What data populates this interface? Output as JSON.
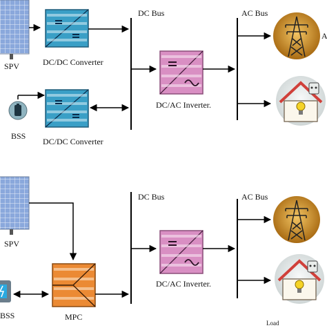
{
  "top": {
    "spv_label": "SPV",
    "dcdc_top_label": "DC/DC Converter",
    "bss_label": "BSS",
    "dcdc_bottom_label": "DC/DC Converter",
    "dc_bus_label": "DC Bus",
    "inverter_label": "DC/AC Inverter.",
    "ac_bus_label": "AC Bus",
    "grid_partial_label": "A"
  },
  "bottom": {
    "spv_label": "SPV",
    "mpc_label": "MPC",
    "bss_label": "BSS",
    "dc_bus_label": "DC Bus",
    "inverter_label": "DC/AC Inverter.",
    "ac_bus_label": "AC Bus",
    "load_label": "Load"
  },
  "colors": {
    "converter": "#3a9fc6",
    "inverter": "#d98fc3",
    "mpc": "#eb8a34",
    "panel": "#7f9fd6",
    "grid_circle": "#c98a1f",
    "house_circle": "#e6eaea"
  },
  "icons": [
    "solar-panel-icon",
    "battery-icon",
    "power-tower-icon",
    "house-bulb-icon"
  ]
}
